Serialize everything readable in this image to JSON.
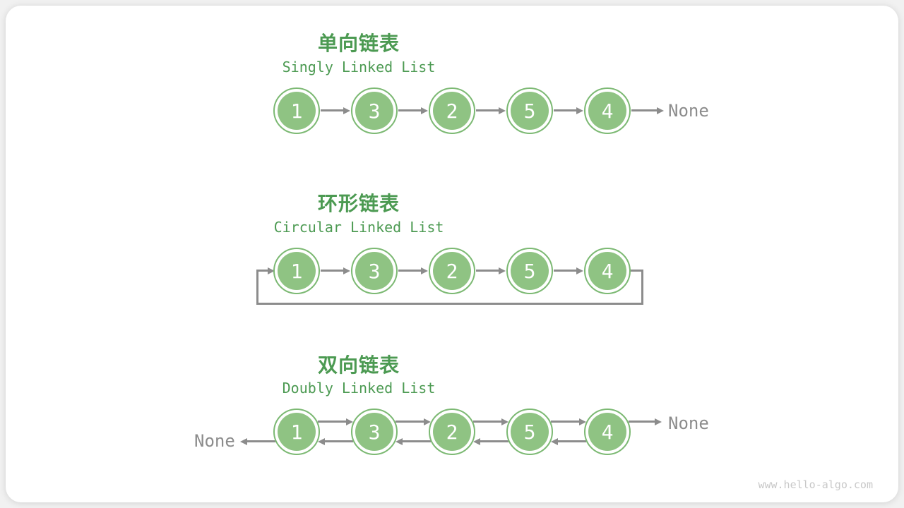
{
  "colors": {
    "title_text": "#4C9A52",
    "node_fill": "#8FC383",
    "node_ring": "#7CB973",
    "arrow": "#8C8C8C",
    "watermark_text": "#C8C8C8"
  },
  "sections": [
    {
      "type": "singly",
      "title_zh": "单向链表",
      "title_en": "Singly Linked List",
      "nodes": [
        "1",
        "3",
        "2",
        "5",
        "4"
      ],
      "terminator": "None"
    },
    {
      "type": "circular",
      "title_zh": "环形链表",
      "title_en": "Circular Linked List",
      "nodes": [
        "1",
        "3",
        "2",
        "5",
        "4"
      ]
    },
    {
      "type": "doubly",
      "title_zh": "双向链表",
      "title_en": "Doubly Linked List",
      "nodes": [
        "1",
        "3",
        "2",
        "5",
        "4"
      ],
      "terminator_left": "None",
      "terminator_right": "None"
    }
  ],
  "footer": {
    "watermark": "www.hello-algo.com"
  }
}
